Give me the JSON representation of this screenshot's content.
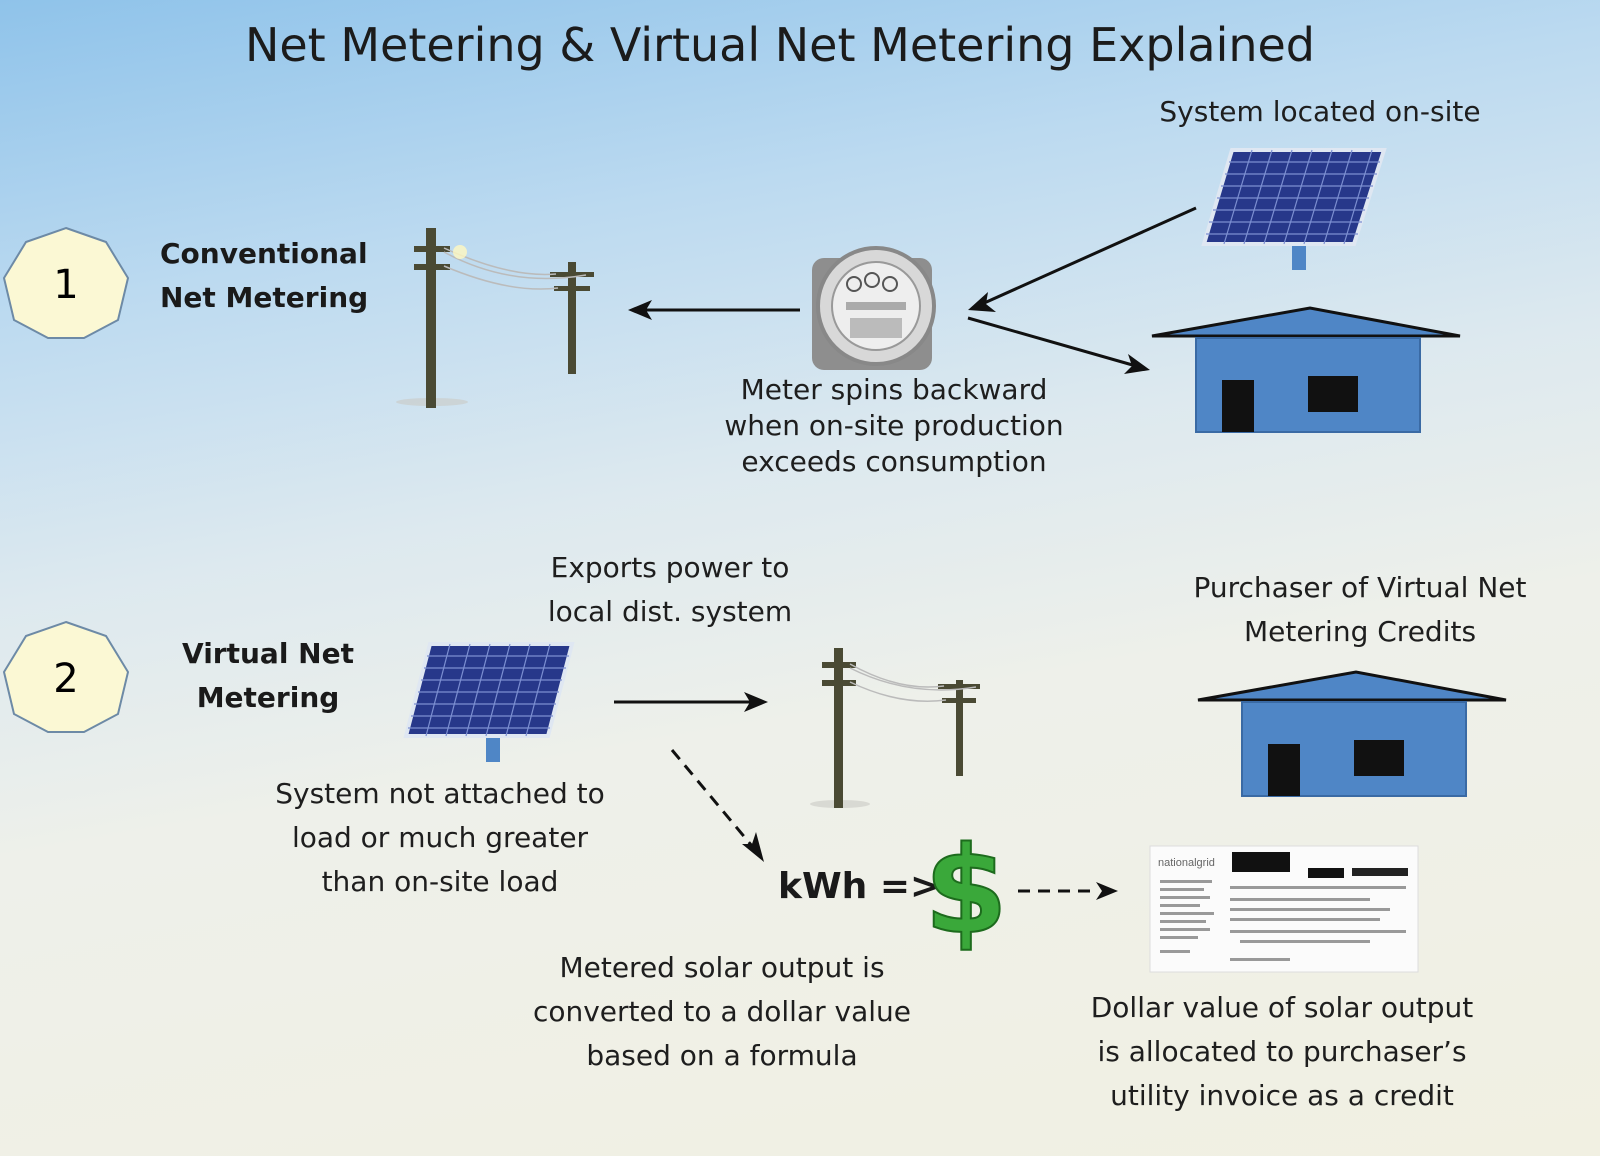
{
  "title": "Net Metering & Virtual Net Metering Explained",
  "section1": {
    "number": "1",
    "label_line1": "Conventional",
    "label_line2": "Net Metering",
    "system_caption": "System located on-site",
    "meter_caption_line1": "Meter spins backward",
    "meter_caption_line2": "when on-site production",
    "meter_caption_line3": "exceeds consumption"
  },
  "section2": {
    "number": "2",
    "label_line1": "Virtual Net",
    "label_line2": "Metering",
    "export_caption_line1": "Exports power to",
    "export_caption_line2": "local dist. system",
    "system_caption_line1": "System not attached to",
    "system_caption_line2": "load or much greater",
    "system_caption_line3": "than on-site load",
    "purchaser_caption_line1": "Purchaser of Virtual Net",
    "purchaser_caption_line2": "Metering Credits",
    "kwh_label": "kWh =>",
    "dollar_symbol": "$",
    "metered_caption_line1": "Metered solar output is",
    "metered_caption_line2": "converted to a dollar value",
    "metered_caption_line3": "based on a formula",
    "dollar_caption_line1": "Dollar value of solar output",
    "dollar_caption_line2": "is allocated to purchaser’s",
    "dollar_caption_line3": "utility invoice as a credit",
    "invoice_brand": "nationalgrid"
  },
  "colors": {
    "house": "#4f86c6",
    "panel": "#2b3f8f",
    "badge_fill": "#fbf8d4",
    "dollar": "#3aa83a"
  }
}
